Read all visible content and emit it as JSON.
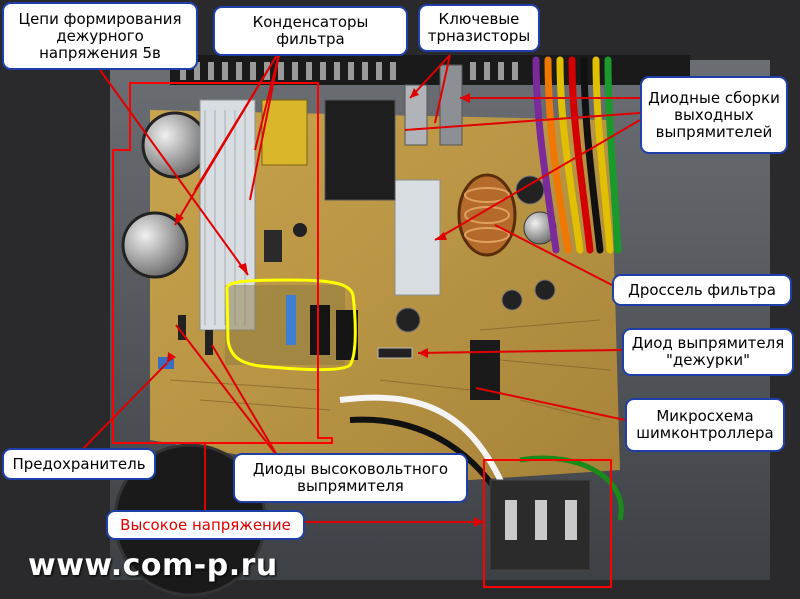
{
  "callouts": {
    "standby": "Цепи формирования\nдежурного\nнапряжения 5в",
    "filter_caps": "Конденсаторы\nфильтра",
    "key_transistors": "Ключевые\nтрназисторы",
    "diode_assemblies": "Диодные сборки\nвыходных\nвыпрямителей",
    "filter_choke": "Дроссель фильтра",
    "standby_diode": "Диод выпрямителя\n\"дежурки\"",
    "pwm_chip": "Микросхема\nшимконтроллера",
    "fuse": "Предохранитель",
    "hv_diodes": "Диоды высоковольтного\nвыпрямителя",
    "high_voltage": "Высокое напряжение"
  },
  "watermark": "www.com-p.ru",
  "colors": {
    "callout_border": "#1f3fa8",
    "pointer_line": "#e00000",
    "highlight_box": "#ff0000",
    "yellow_outline": "#ffff00"
  }
}
